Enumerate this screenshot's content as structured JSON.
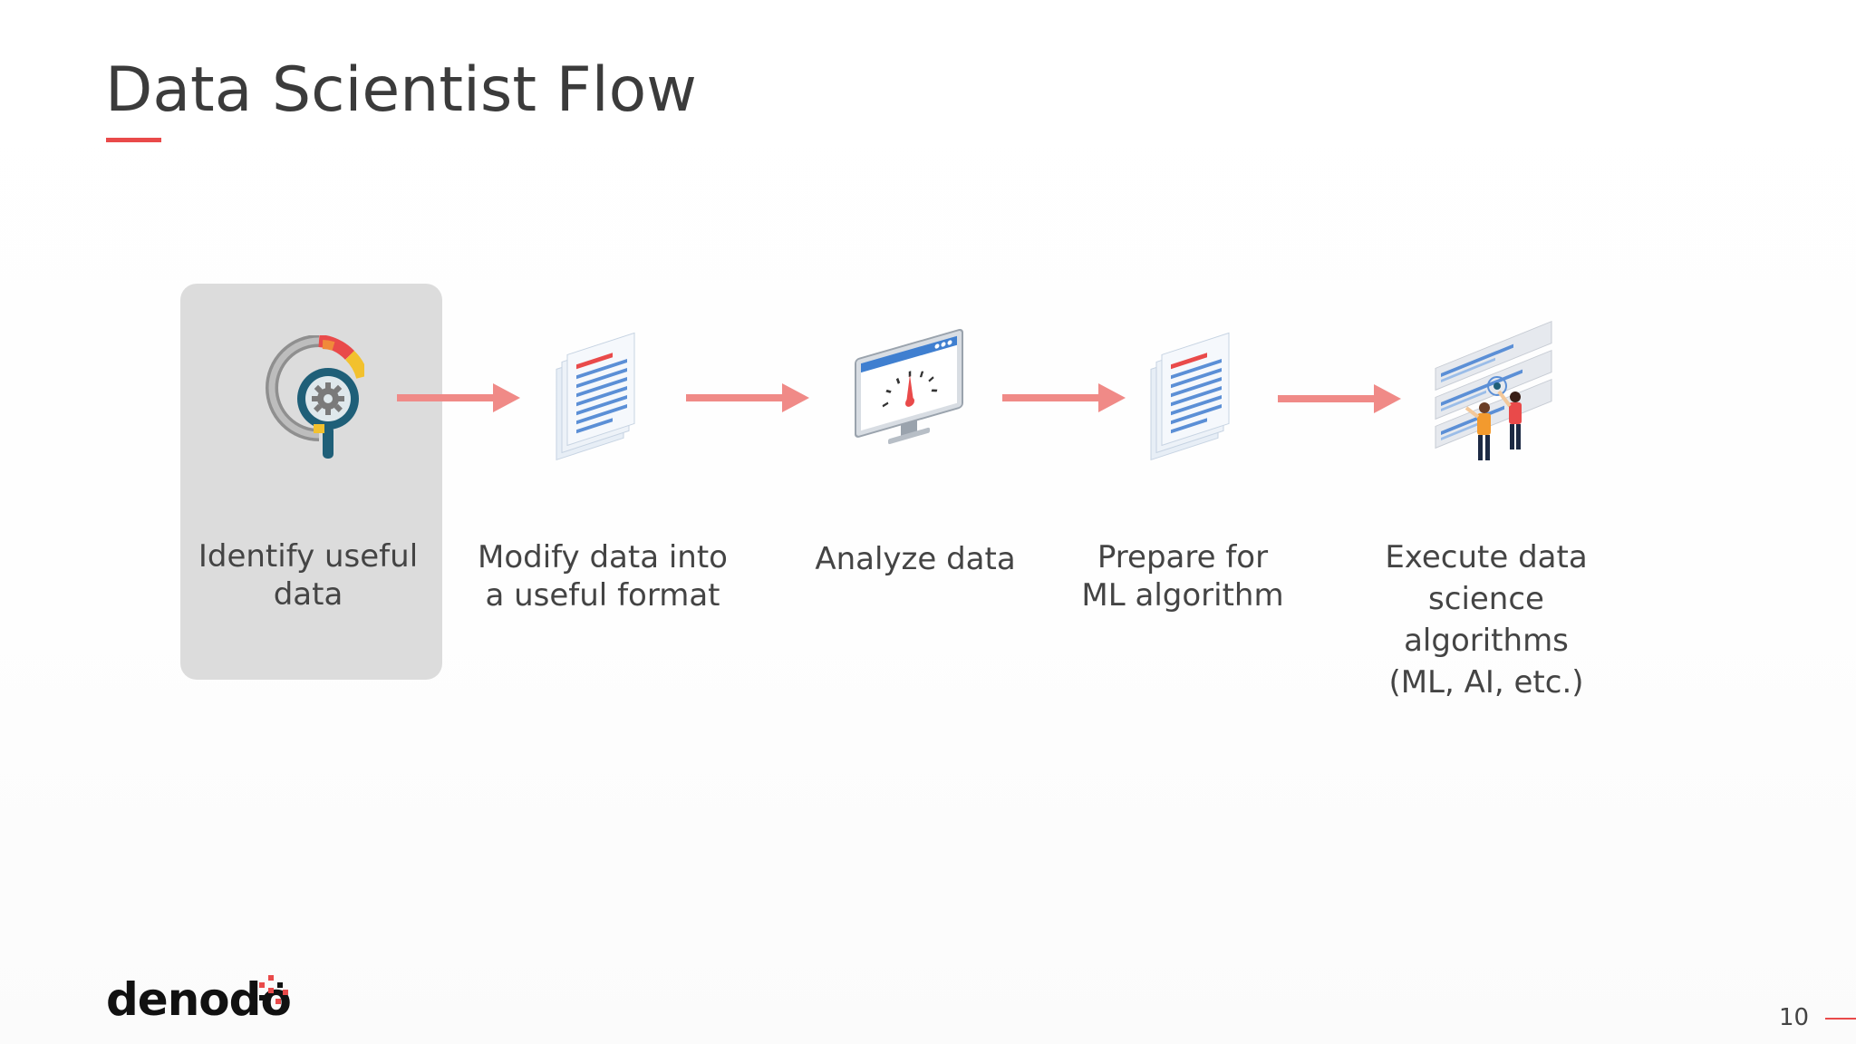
{
  "slide": {
    "title": "Data Scientist Flow",
    "page_number": "10",
    "logo_text": "denodo"
  },
  "flow": {
    "steps": [
      {
        "label": "Identify useful\ndata",
        "icon": "magnifier-gear-icon",
        "highlighted": true
      },
      {
        "label": "Modify data into\na useful format",
        "icon": "document-stack-icon",
        "highlighted": false
      },
      {
        "label": "Analyze data",
        "icon": "monitor-gauge-icon",
        "highlighted": false
      },
      {
        "label": "Prepare for\nML algorithm",
        "icon": "document-stack-icon",
        "highlighted": false
      },
      {
        "label": "Execute data\nscience algorithms\n(ML, AI, etc.)",
        "icon": "people-dashboard-icon",
        "highlighted": false
      }
    ]
  },
  "colors": {
    "accent": "#e94a4a",
    "arrow": "#f08a87",
    "highlight": "#dcdcdc",
    "text": "#444444"
  }
}
